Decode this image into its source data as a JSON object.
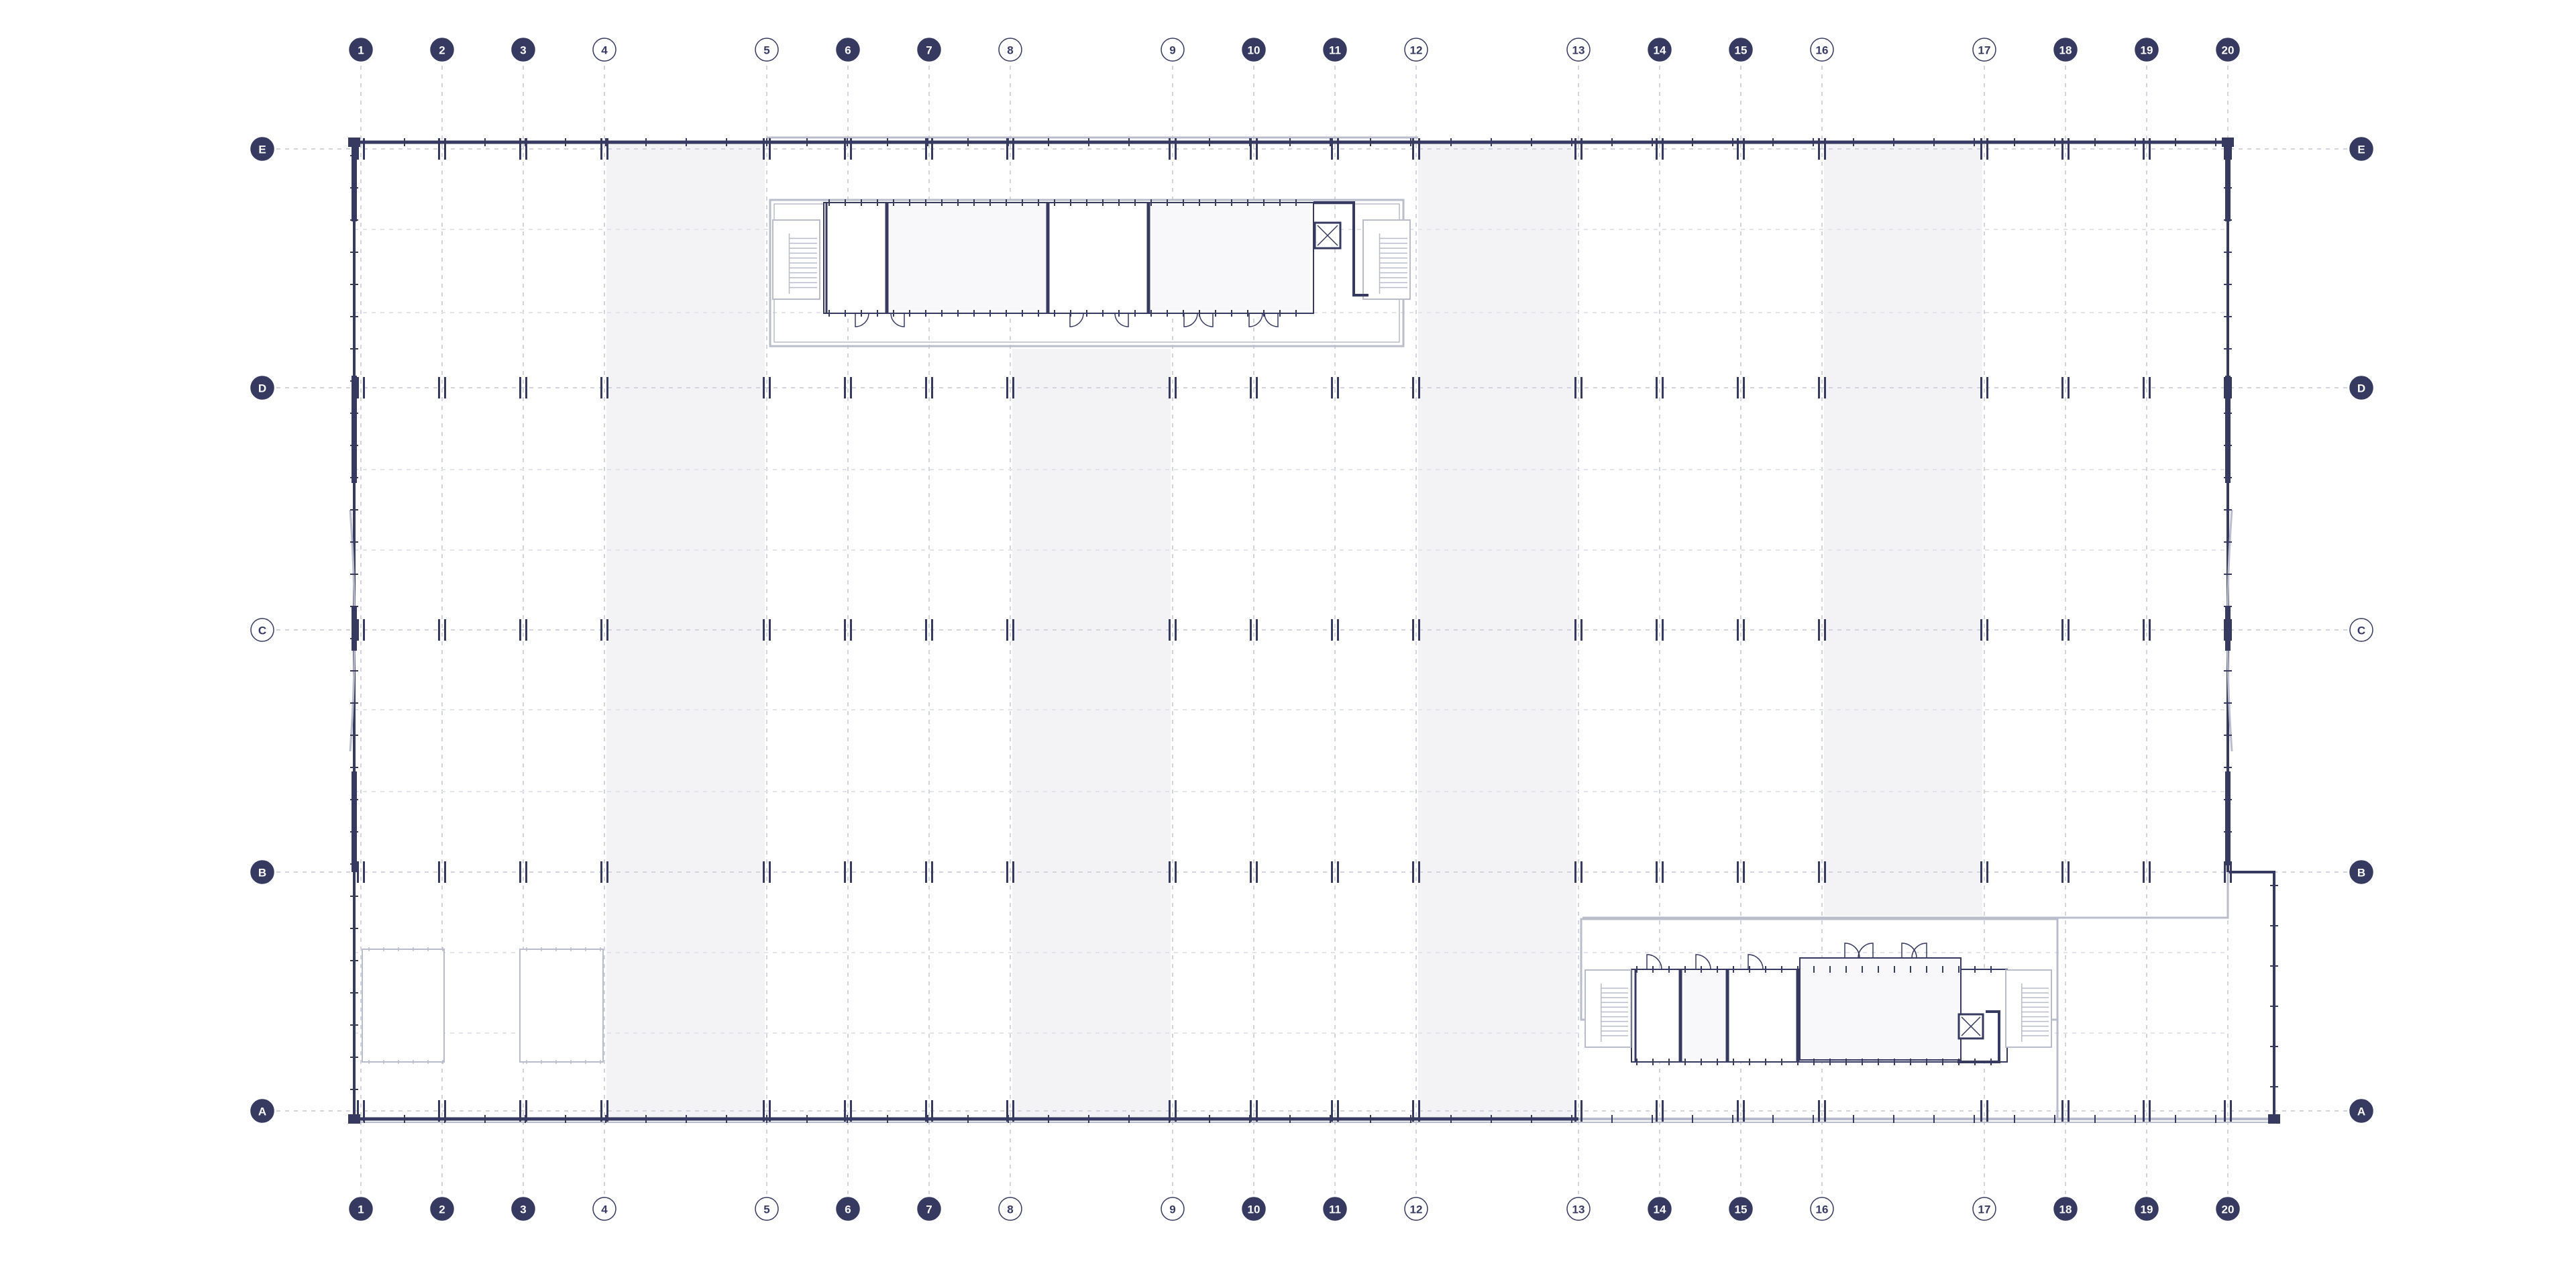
{
  "columns": [
    {
      "label": "1",
      "style": "filled"
    },
    {
      "label": "2",
      "style": "filled"
    },
    {
      "label": "3",
      "style": "filled"
    },
    {
      "label": "4",
      "style": "outline"
    },
    {
      "label": "5",
      "style": "outline"
    },
    {
      "label": "6",
      "style": "filled"
    },
    {
      "label": "7",
      "style": "filled"
    },
    {
      "label": "8",
      "style": "outline"
    },
    {
      "label": "9",
      "style": "outline"
    },
    {
      "label": "10",
      "style": "filled"
    },
    {
      "label": "11",
      "style": "filled"
    },
    {
      "label": "12",
      "style": "outline"
    },
    {
      "label": "13",
      "style": "outline"
    },
    {
      "label": "14",
      "style": "filled"
    },
    {
      "label": "15",
      "style": "filled"
    },
    {
      "label": "16",
      "style": "outline"
    },
    {
      "label": "17",
      "style": "outline"
    },
    {
      "label": "18",
      "style": "filled"
    },
    {
      "label": "19",
      "style": "filled"
    },
    {
      "label": "20",
      "style": "filled"
    }
  ],
  "rows": [
    {
      "label": "E",
      "style": "filled"
    },
    {
      "label": "D",
      "style": "filled"
    },
    {
      "label": "C",
      "style": "outline"
    },
    {
      "label": "B",
      "style": "filled"
    },
    {
      "label": "A",
      "style": "filled"
    }
  ],
  "colors": {
    "ink": "#363a61",
    "wall_light": "#b9bccb",
    "grid": "#d3d5de",
    "bay_fill": "#f3f3f6",
    "room_fill": "#f8f8fa",
    "background": "#ffffff"
  },
  "icons": [
    "grid-bubble",
    "stair",
    "elevator",
    "door-swing",
    "column"
  ]
}
